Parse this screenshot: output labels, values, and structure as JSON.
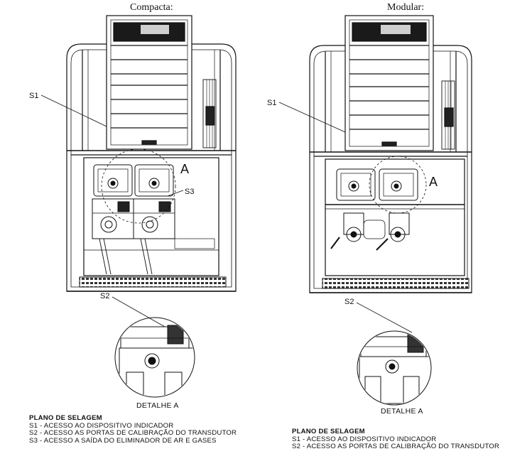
{
  "titles": {
    "left": "Compacta:",
    "right": "Modular:"
  },
  "left": {
    "labels": {
      "s1": "S1",
      "s2": "S2",
      "s3": "S3",
      "a": "A",
      "detail": "DETALHE A"
    },
    "legend": {
      "title": "PLANO DE SELAGEM",
      "lines": [
        "S1 - ACESSO AO DISPOSITIVO INDICADOR",
        "S2 - ACESSO AS PORTAS DE CALIBRAÇÃO DO TRANSDUTOR",
        "S3 - ACESSO A SAÍDA DO ELIMINADOR DE AR E GASES"
      ]
    }
  },
  "right": {
    "labels": {
      "s1": "S1",
      "s2": "S2",
      "a": "A",
      "detail": "DETALHE A"
    },
    "legend": {
      "title": "PLANO DE SELAGEM",
      "lines": [
        "S1 - ACESSO AO DISPOSITIVO INDICADOR",
        "S2 - ACESSO AS PORTAS DE CALIBRAÇÃO DO TRANSDUTOR"
      ]
    }
  }
}
